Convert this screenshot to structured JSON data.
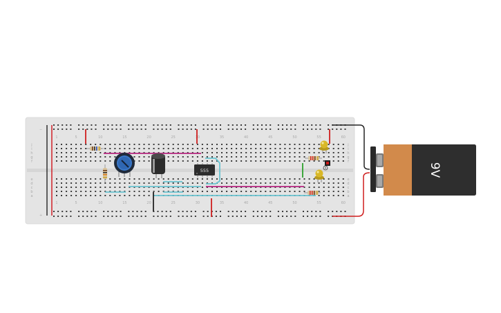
{
  "canvas": {
    "background": "#ffffff",
    "breadboard_color": "#e4e4e4",
    "rail_negative_color": "#222222",
    "rail_positive_color": "#d0121b"
  },
  "breadboard": {
    "column_labels": [
      "1",
      "5",
      "10",
      "15",
      "20",
      "25",
      "30",
      "35",
      "40",
      "45",
      "50",
      "55",
      "60"
    ],
    "row_labels_top": [
      "j",
      "i",
      "h",
      "g",
      "f"
    ],
    "row_labels_bottom": [
      "e",
      "d",
      "c",
      "b",
      "a"
    ],
    "rail_minus": "−",
    "rail_plus": "+"
  },
  "components": {
    "timer_ic_label": "555",
    "battery_label": "9V",
    "battery_colors": {
      "body": "#2e2e2e",
      "label": "#d28a4b"
    },
    "wire_colors": {
      "cyan": "#68c3d0",
      "magenta": "#b7257f",
      "red": "#cf1d1d",
      "black": "#222222",
      "green": "#2aa02a"
    },
    "led_color": "#d9b828",
    "pushbutton_color": "#cc1a1a"
  }
}
